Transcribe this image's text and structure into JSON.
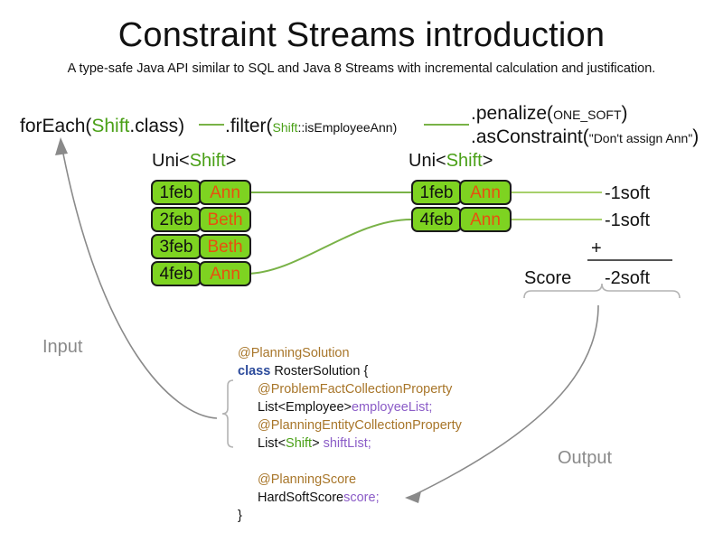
{
  "header": {
    "title": "Constraint Streams introduction",
    "subtitle": "A type-safe Java API similar to SQL and Java 8 Streams with incremental calculation and justification."
  },
  "pipeline": {
    "stage1": {
      "method": "forEach(",
      "arg_type": "Shift",
      "arg_rest": ".class)"
    },
    "stage2": {
      "method": ".filter(",
      "arg_type": "Shift",
      "arg_rest": "::isEmployeeAnn)"
    },
    "stage3": {
      "penalize_method": ".penalize(",
      "penalize_arg": "ONE_SOFT",
      "penalize_close": ")",
      "as_constraint_method": ".asConstraint(",
      "as_constraint_arg": "\"Don't assign Ann\"",
      "as_constraint_close": ")"
    }
  },
  "streams": {
    "left": {
      "caption_prefix": "Uni<",
      "caption_type": "Shift",
      "caption_suffix": ">",
      "rows": [
        {
          "date": "1feb",
          "employee": "Ann"
        },
        {
          "date": "2feb",
          "employee": "Beth"
        },
        {
          "date": "3feb",
          "employee": "Beth"
        },
        {
          "date": "4feb",
          "employee": "Ann"
        }
      ]
    },
    "right": {
      "caption_prefix": "Uni<",
      "caption_type": "Shift",
      "caption_suffix": ">",
      "rows": [
        {
          "date": "1feb",
          "employee": "Ann"
        },
        {
          "date": "4feb",
          "employee": "Ann"
        }
      ]
    }
  },
  "score": {
    "penalties": [
      "-1soft",
      "-1soft"
    ],
    "operator": "+",
    "label": "Score",
    "total": "-2soft"
  },
  "flow": {
    "input_label": "Input",
    "output_label": "Output"
  },
  "code": {
    "line1_annotation": "@PlanningSolution",
    "line2_keyword": "class",
    "line2_rest": " RosterSolution {",
    "line3_annotation": "@ProblemFactCollectionProperty",
    "line4_type": "List<Employee> ",
    "line4_field": "employeeList;",
    "line5_annotation": "@PlanningEntityCollectionProperty",
    "line6_type_prefix": "List<",
    "line6_type_generic": "Shift",
    "line6_type_suffix": "> ",
    "line6_field": "shiftList;",
    "line7_annotation": "@PlanningScore",
    "line8_type": "HardSoftScore ",
    "line8_field": "score;",
    "line9_close": "}"
  },
  "colors": {
    "chip_fill": "#7ed321",
    "chip_border": "#1b1b1b",
    "employee_text": "#e8500f",
    "type_green": "#4aa017",
    "connector_green": "#79b247",
    "arrow_gray": "#8a8a8a",
    "annotation": "#a8762a",
    "keyword": "#2b4a9b",
    "field": "#8b5cc7"
  }
}
